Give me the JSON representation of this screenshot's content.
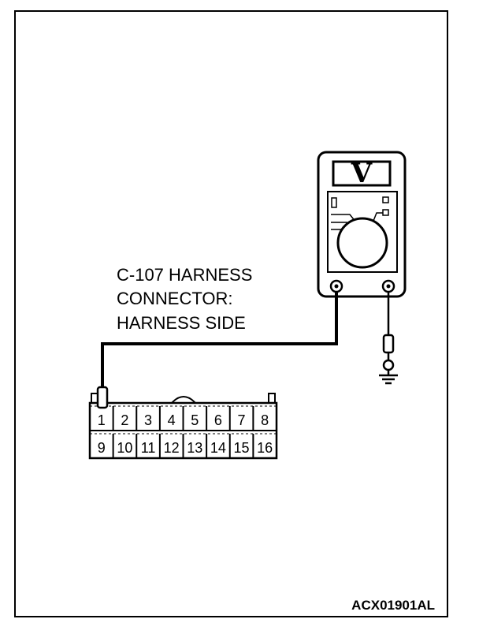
{
  "connector_label": {
    "line1": "C-107 HARNESS",
    "line2": "CONNECTOR:",
    "line3": "HARNESS SIDE"
  },
  "meter": {
    "display": "V"
  },
  "connector": {
    "top_row": [
      "1",
      "2",
      "3",
      "4",
      "5",
      "6",
      "7",
      "8"
    ],
    "bottom_row": [
      "9",
      "10",
      "11",
      "12",
      "13",
      "14",
      "15",
      "16"
    ]
  },
  "figure_code": "ACX01901AL"
}
